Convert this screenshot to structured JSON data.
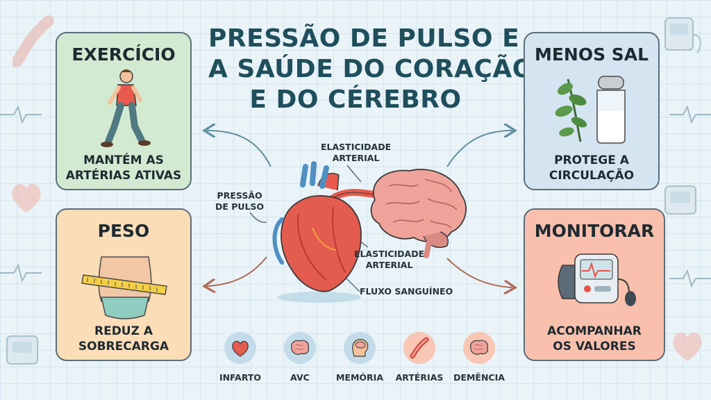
{
  "title": {
    "line1": "PRESSÃO DE PULSO E",
    "line2": "A SAÚDE DO CORAÇÃO",
    "line3": "E DO CÉREBRO"
  },
  "cards": {
    "exercise": {
      "title": "EXERCÍCIO",
      "desc_line1": "MANTÉM AS",
      "desc_line2": "ARTÉRIAS ATIVAS",
      "color": "#d3ead2"
    },
    "salt": {
      "title": "MENOS SAL",
      "desc_line1": "PROTEGE A",
      "desc_line2": "CIRCULAÇÃO",
      "color": "#d5e4f1"
    },
    "weight": {
      "title": "PESO",
      "desc_line1": "REDUZ A",
      "desc_line2": "SOBRECARGA",
      "color": "#fbddb8"
    },
    "monitor": {
      "title": "MONITORAR",
      "desc_line1": "ACOMPANHAR",
      "desc_line2": "OS VALORES",
      "color": "#f8c0ad"
    }
  },
  "labels": {
    "elasticity_top_line1": "ELASTICIDADE",
    "elasticity_top_line2": "ARTERIAL",
    "pulse_pressure_line1": "PRESSÃO",
    "pulse_pressure_line2": "DE PULSO",
    "elasticity_bottom_line1": "ELASTICIDADE",
    "elasticity_bottom_line2": "ARTERIAL",
    "blood_flow": "FLUXO SANGUÍNEO"
  },
  "bottom_icons": [
    {
      "label": "INFARTO",
      "icon": "heart-icon"
    },
    {
      "label": "AVC",
      "icon": "brain-icon"
    },
    {
      "label": "MEMÓRIA",
      "icon": "head-brain-icon"
    },
    {
      "label": "ARTÉRIAS",
      "icon": "artery-icon"
    },
    {
      "label": "DEMÊNCIA",
      "icon": "brain-icon"
    }
  ]
}
